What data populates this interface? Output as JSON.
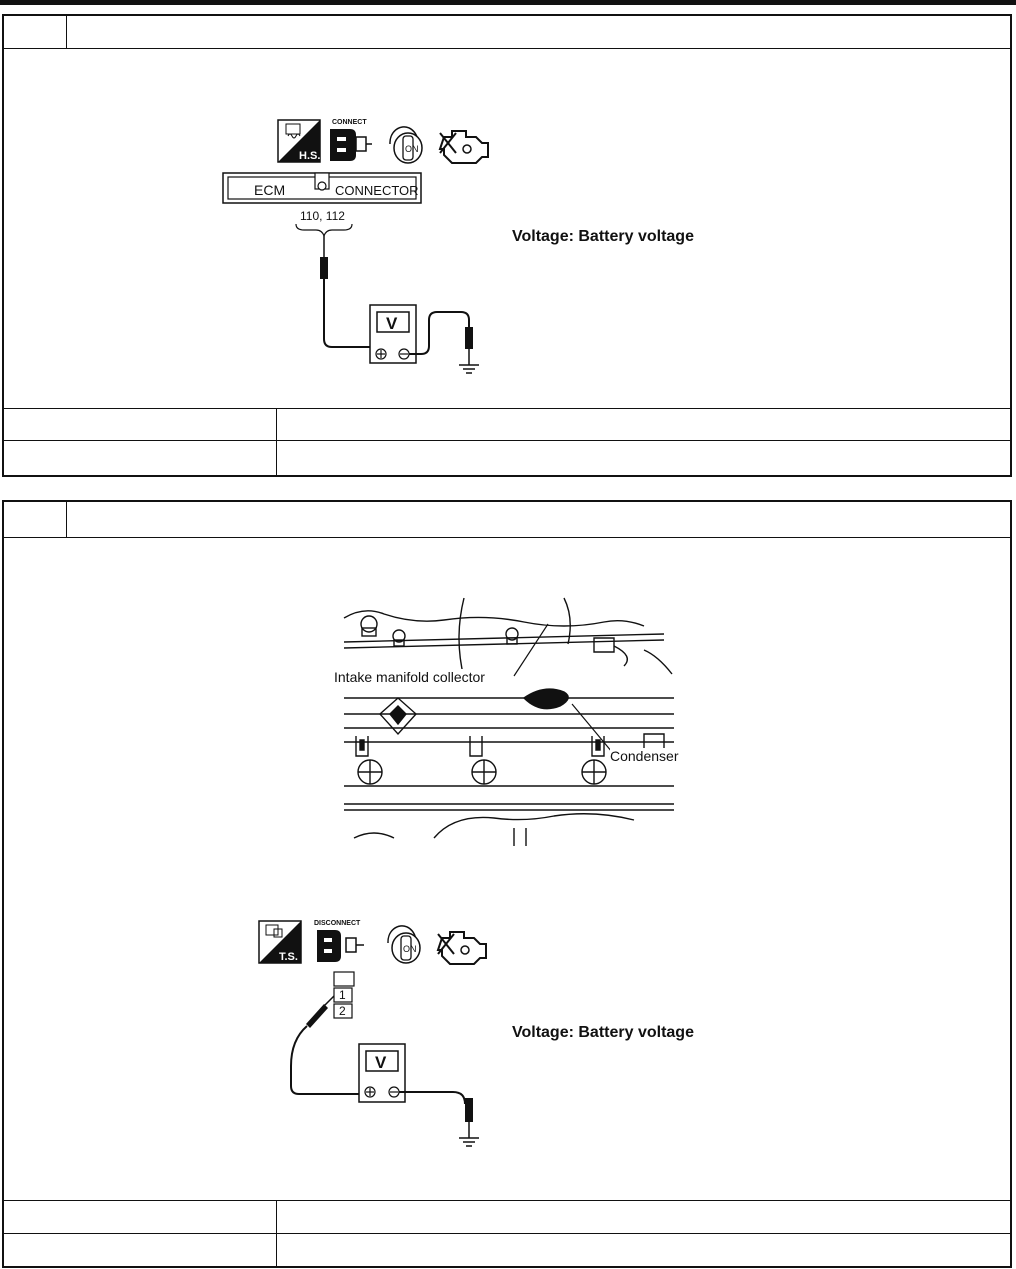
{
  "step1": {
    "step_number": "",
    "title": "",
    "icons": {
      "hs_label": "H.S.",
      "connect_label": "CONNECT",
      "on_label": "ON"
    },
    "connector": {
      "left_label": "ECM",
      "right_label": "CONNECTOR",
      "terminals": "110, 112"
    },
    "meter_label": "V",
    "spec": "Voltage: Battery voltage",
    "result_rows": [
      {
        "key": "",
        "value": ""
      },
      {
        "key": "",
        "value": ""
      }
    ]
  },
  "step2": {
    "step_number": "",
    "title": "",
    "photo": {
      "label_collector": "Intake manifold collector",
      "label_condenser": "Condenser"
    },
    "icons": {
      "ts_label": "T.S.",
      "disconnect_label": "DISCONNECT",
      "on_label": "ON"
    },
    "terminals": [
      "1",
      "2"
    ],
    "meter_label": "V",
    "spec": "Voltage: Battery voltage",
    "result_rows": [
      {
        "key": "",
        "value": ""
      },
      {
        "key": "",
        "value": ""
      }
    ]
  }
}
